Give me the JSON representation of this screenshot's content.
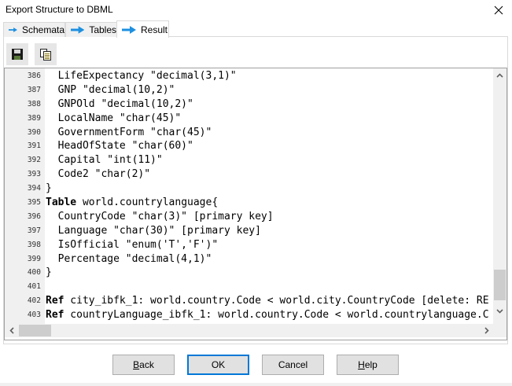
{
  "window": {
    "title": "Export Structure to DBML",
    "close_icon": "close-icon"
  },
  "tabs": [
    {
      "label": "Schemata",
      "icon": "arrow-right-icon",
      "active": false
    },
    {
      "label": "Tables",
      "icon": "arrow-right-icon",
      "active": false
    },
    {
      "label": "Result",
      "icon": "arrow-right-icon",
      "active": true
    }
  ],
  "toolbar": {
    "save": {
      "icon": "save-icon",
      "tooltip": ""
    },
    "copy": {
      "icon": "copy-to-clipboard-icon",
      "tooltip": ""
    }
  },
  "editor": {
    "lines": [
      {
        "num": "386",
        "kw": "",
        "text": "  LifeExpectancy \"decimal(3,1)\""
      },
      {
        "num": "387",
        "kw": "",
        "text": "  GNP \"decimal(10,2)\""
      },
      {
        "num": "388",
        "kw": "",
        "text": "  GNPOld \"decimal(10,2)\""
      },
      {
        "num": "389",
        "kw": "",
        "text": "  LocalName \"char(45)\""
      },
      {
        "num": "390",
        "kw": "",
        "text": "  GovernmentForm \"char(45)\""
      },
      {
        "num": "391",
        "kw": "",
        "text": "  HeadOfState \"char(60)\""
      },
      {
        "num": "392",
        "kw": "",
        "text": "  Capital \"int(11)\""
      },
      {
        "num": "393",
        "kw": "",
        "text": "  Code2 \"char(2)\""
      },
      {
        "num": "394",
        "kw": "",
        "text": "}"
      },
      {
        "num": "395",
        "kw": "Table",
        "text": " world.countrylanguage{"
      },
      {
        "num": "396",
        "kw": "",
        "text": "  CountryCode \"char(3)\" [primary key]"
      },
      {
        "num": "397",
        "kw": "",
        "text": "  Language \"char(30)\" [primary key]"
      },
      {
        "num": "398",
        "kw": "",
        "text": "  IsOfficial \"enum('T','F')\""
      },
      {
        "num": "399",
        "kw": "",
        "text": "  Percentage \"decimal(4,1)\""
      },
      {
        "num": "400",
        "kw": "",
        "text": "}"
      },
      {
        "num": "401",
        "kw": "",
        "text": ""
      },
      {
        "num": "402",
        "kw": "Ref",
        "text": " city_ibfk_1: world.country.Code < world.city.CountryCode [delete: RE"
      },
      {
        "num": "403",
        "kw": "Ref",
        "text": " countryLanguage_ibfk_1: world.country.Code < world.countrylanguage.C"
      }
    ]
  },
  "buttons": {
    "back": {
      "pre": "",
      "mnemonic": "B",
      "post": "ack"
    },
    "ok": {
      "label": "OK"
    },
    "cancel": {
      "label": "Cancel"
    },
    "help": {
      "pre": "",
      "mnemonic": "H",
      "post": "elp"
    }
  },
  "colors": {
    "accent": "#0078d7",
    "tab_arrow": "#1e90e0",
    "gutter": "#f0f0f0"
  }
}
